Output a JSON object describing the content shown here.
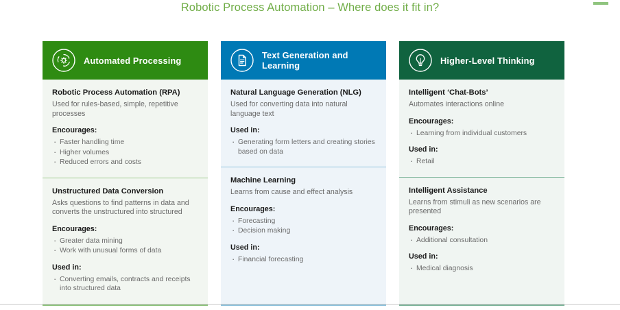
{
  "slide": {
    "title": "Robotic Process Automation – Where does it fit in?",
    "title_color": "#70ad47",
    "background": "#ffffff"
  },
  "decorations": {
    "corner_bar_color": "#8fc47e",
    "bottom_rule_color": "#c8c8c8"
  },
  "columns": [
    {
      "header": {
        "label": "Automated Processing",
        "icon": "gear-refresh-icon",
        "color": "#2e8b12",
        "text_color": "#ffffff"
      },
      "body_color": "#f2f6f1",
      "accent_color": "#8fc47e",
      "sections": [
        {
          "title": "Robotic Process Automation (RPA)",
          "description": "Used for rules-based, simple, repetitive processes",
          "groups": [
            {
              "heading": "Encourages:",
              "items": [
                "Faster handling time",
                "Higher volumes",
                "Reduced errors and costs"
              ]
            }
          ]
        },
        {
          "title": "Unstructured Data Conversion",
          "description": "Asks questions to find patterns in data and converts the unstructured into structured",
          "groups": [
            {
              "heading": "Encourages:",
              "items": [
                "Greater data mining",
                "Work with unusual forms of data"
              ]
            },
            {
              "heading": "Used in:",
              "items": [
                "Converting emails, contracts and receipts into structured data"
              ]
            }
          ]
        }
      ]
    },
    {
      "header": {
        "label": "Text Generation and Learning",
        "icon": "document-icon",
        "color": "#0079b5",
        "text_color": "#ffffff"
      },
      "body_color": "#eef4f9",
      "accent_color": "#8fc3dd",
      "sections": [
        {
          "title": "Natural Language Generation (NLG)",
          "description": "Used for converting data into natural language text",
          "groups": [
            {
              "heading": "Used in:",
              "items": [
                "Generating form letters and creating stories based on data"
              ]
            }
          ]
        },
        {
          "title": "Machine Learning",
          "description": "Learns from cause and effect analysis",
          "groups": [
            {
              "heading": "Encourages:",
              "items": [
                "Forecasting",
                "Decision making"
              ]
            },
            {
              "heading": "Used in:",
              "items": [
                "Financial forecasting"
              ]
            }
          ]
        }
      ]
    },
    {
      "header": {
        "label": "Higher-Level Thinking",
        "icon": "lightbulb-icon",
        "color": "#10633f",
        "text_color": "#ffffff"
      },
      "body_color": "#f0f5f2",
      "accent_color": "#7fb69c",
      "sections": [
        {
          "title": "Intelligent ‘Chat-Bots’",
          "description": "Automates interactions online",
          "groups": [
            {
              "heading": "Encourages:",
              "items": [
                "Learning from individual customers"
              ]
            },
            {
              "heading": "Used in:",
              "items": [
                "Retail"
              ]
            }
          ]
        },
        {
          "title": "Intelligent Assistance",
          "description": "Learns from stimuli as new scenarios are presented",
          "groups": [
            {
              "heading": "Encourages:",
              "items": [
                "Additional consultation"
              ]
            },
            {
              "heading": "Used in:",
              "items": [
                "Medical diagnosis"
              ]
            }
          ]
        }
      ]
    }
  ]
}
